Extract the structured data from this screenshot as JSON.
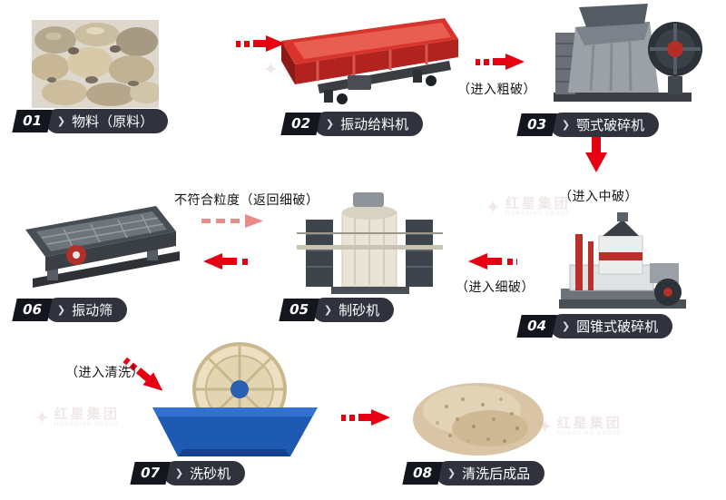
{
  "diagram": {
    "type": "process-flow",
    "subject": "sand production line flow"
  },
  "flow": {
    "items": [
      {
        "id": "01",
        "label": "物料（原料）",
        "illustration": "raw-material-rocks-photo"
      },
      {
        "id": "02",
        "label": "振动给料机",
        "illustration": "vibrating-feeder"
      },
      {
        "id": "03",
        "label": "颚式破碎机",
        "illustration": "jaw-crusher"
      },
      {
        "id": "04",
        "label": "圆锥式破碎机",
        "illustration": "cone-crusher"
      },
      {
        "id": "05",
        "label": "制砂机",
        "illustration": "sand-making-machine"
      },
      {
        "id": "06",
        "label": "振动筛",
        "illustration": "vibrating-screen"
      },
      {
        "id": "07",
        "label": "洗砂机",
        "illustration": "sand-washer"
      },
      {
        "id": "08",
        "label": "清洗后成品",
        "illustration": "washed-sand-photo"
      }
    ],
    "annotations": {
      "to_coarse": "（进入粗破）",
      "to_medium": "（进入中破）",
      "to_fine": "（进入细破）",
      "return_fine": "不符合粒度（返回细破）",
      "to_wash": "（进入清洗）"
    },
    "chevron": "❯"
  },
  "watermark": {
    "text": "红星集团",
    "subtext": "HONGXING GROUP",
    "logo": "✦"
  },
  "colors": {
    "arrow_red": "#e60012",
    "return_pink": "#e98b8b",
    "label_bg": "#30333d",
    "badge_bg": "#14161d",
    "feeder_red": "#c8242b",
    "washer_blue": "#1e5ab2",
    "sand_tan": "#d9c5a6"
  }
}
